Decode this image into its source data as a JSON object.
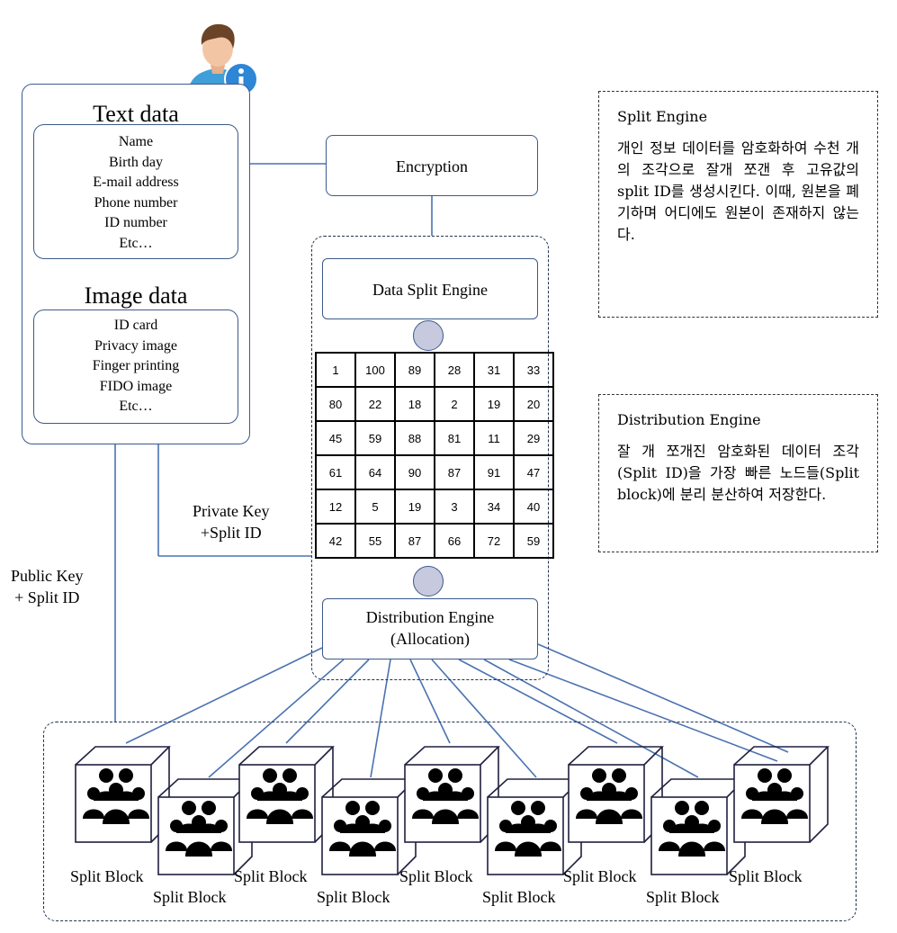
{
  "left_panel": {
    "text_data_title": "Text data",
    "text_items": [
      "Name",
      "Birth day",
      "E-mail address",
      "Phone number",
      "ID number",
      "Etc…"
    ],
    "image_data_title": "Image data",
    "image_items": [
      "ID card",
      "Privacy image",
      "Finger printing",
      "FIDO image",
      "Etc…"
    ]
  },
  "encryption_label": "Encryption",
  "data_split_engine_label": "Data Split Engine",
  "split_grid": [
    [
      "1",
      "100",
      "89",
      "28",
      "31",
      "33"
    ],
    [
      "80",
      "22",
      "18",
      "2",
      "19",
      "20"
    ],
    [
      "45",
      "59",
      "88",
      "81",
      "11",
      "29"
    ],
    [
      "61",
      "64",
      "90",
      "87",
      "91",
      "47"
    ],
    [
      "12",
      "5",
      "19",
      "3",
      "34",
      "40"
    ],
    [
      "42",
      "55",
      "87",
      "66",
      "72",
      "59"
    ]
  ],
  "distribution_engine_label": "Distribution Engine",
  "distribution_engine_sub": "(Allocation)",
  "private_key_label_1": "Private Key",
  "private_key_label_2": "+Split ID",
  "public_key_label_1": "Public Key",
  "public_key_label_2": "+ Split ID",
  "note_split": {
    "title": "Split Engine",
    "body": "개인 정보 데이터를 암호화하여 수천 개의 조각으로 잘개 쪼갠 후 고유값의 split ID를 생성시킨다. 이때, 원본을 폐기하며 어디에도 원본이 존재하지 않는다."
  },
  "note_distribution": {
    "title": "Distribution Engine",
    "body": "잘 개 쪼개진 암호화된 데이터 조각(Split ID)을 가장 빠른 노드들(Split block)에 분리 분산하여 저장한다."
  },
  "split_block_label": "Split Block",
  "icons": {
    "user": "user-info-icon",
    "group": "people-group-icon"
  },
  "colors": {
    "line": "#4a72b0",
    "border": "#3c5a8c",
    "circle": "#c7c9df",
    "info_badge": "#2e86d6"
  }
}
